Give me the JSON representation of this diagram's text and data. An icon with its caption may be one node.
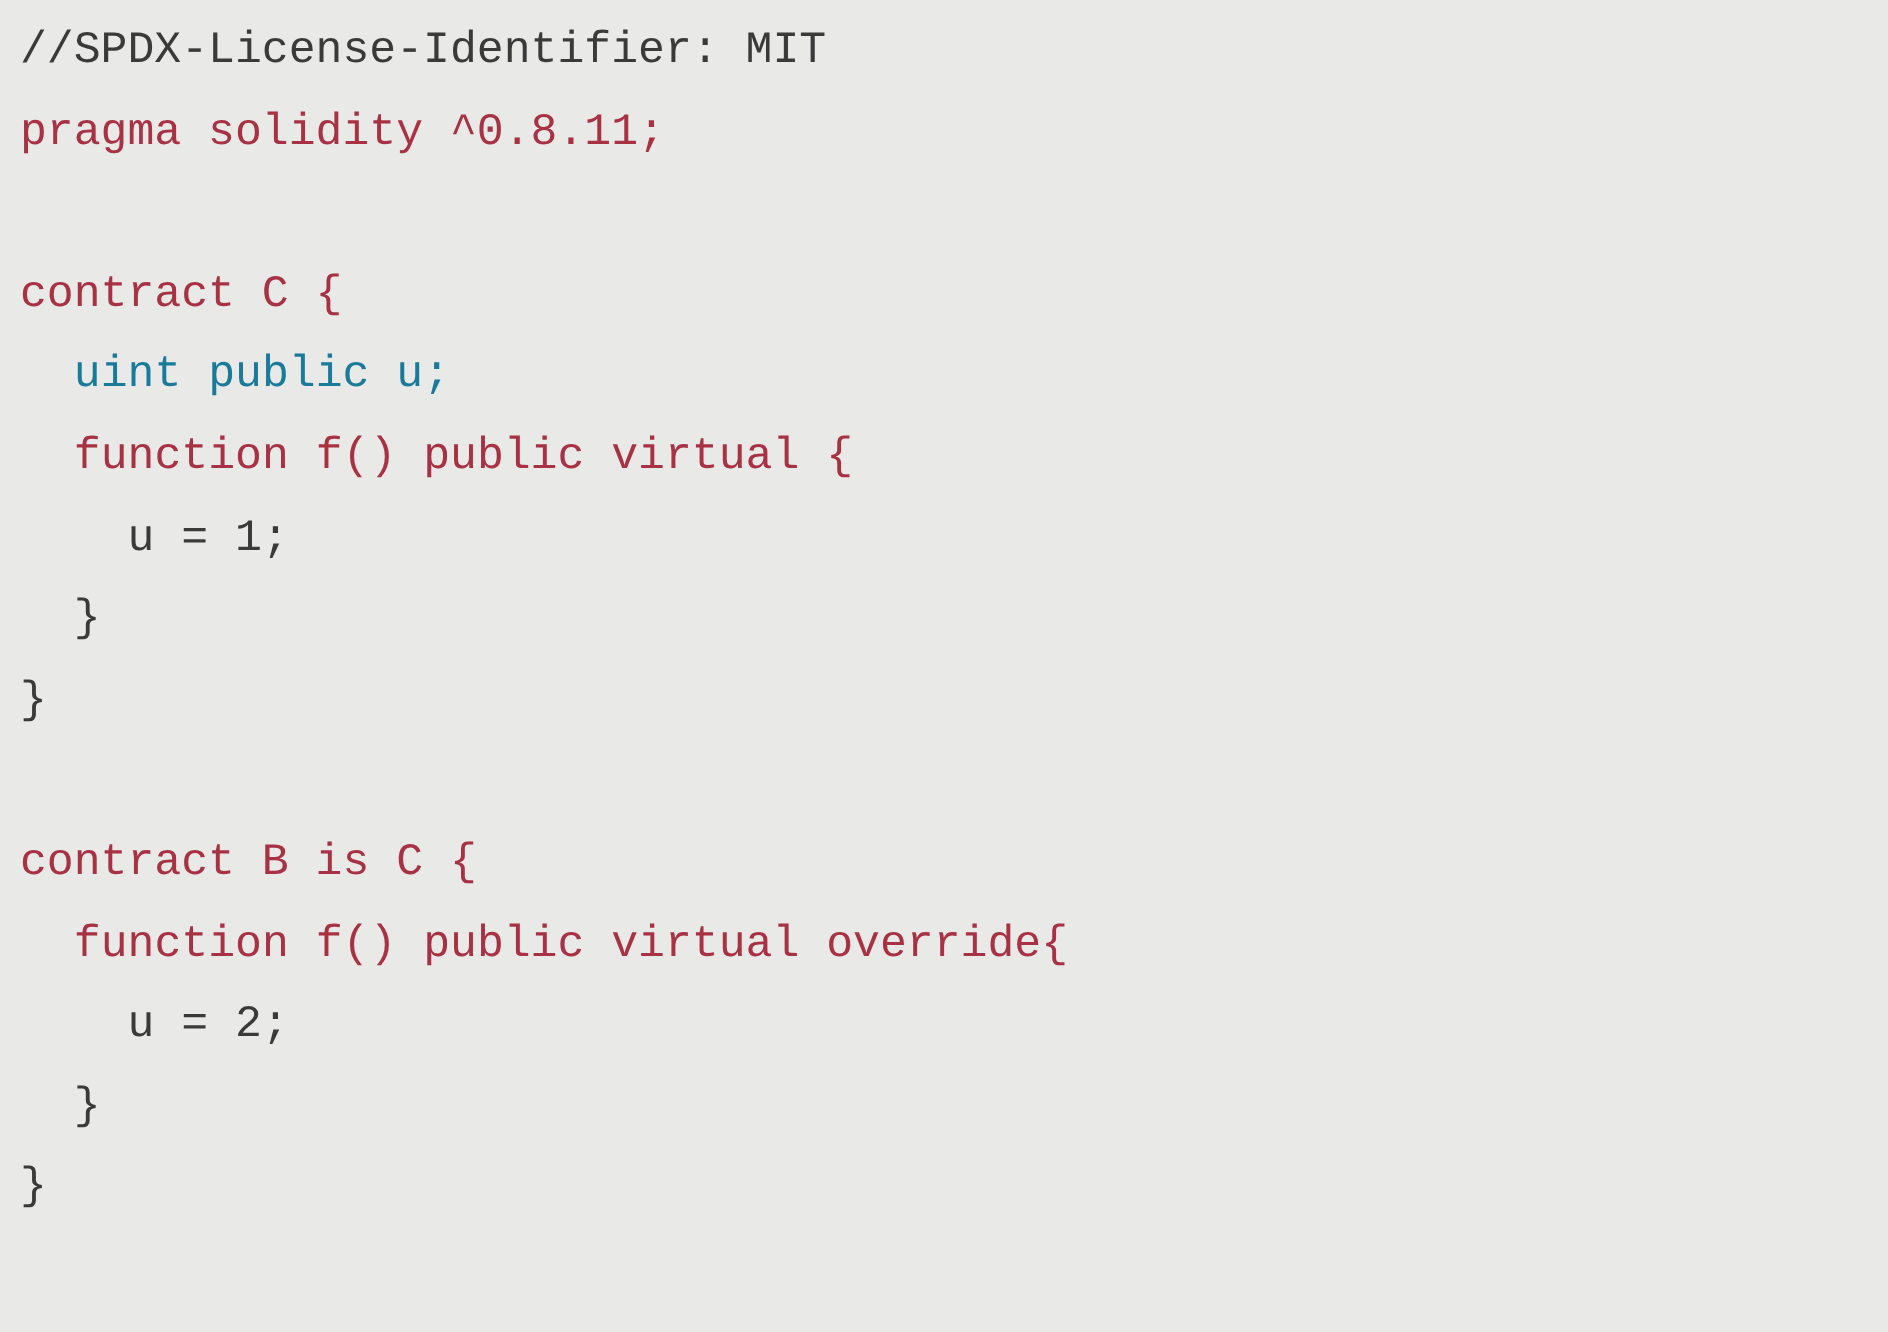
{
  "diagram": {
    "labels": [
      "//SPDX-License-Identifier: MIT",
      "pragma solidity ^0.8.11;",
      "contract C {",
      "uint public u;",
      "function f() public virtual {",
      "u = 1;",
      "}",
      "}",
      "contract B is C {",
      "function f() public virtual override{",
      "u = 2;",
      "}",
      "}"
    ]
  }
}
